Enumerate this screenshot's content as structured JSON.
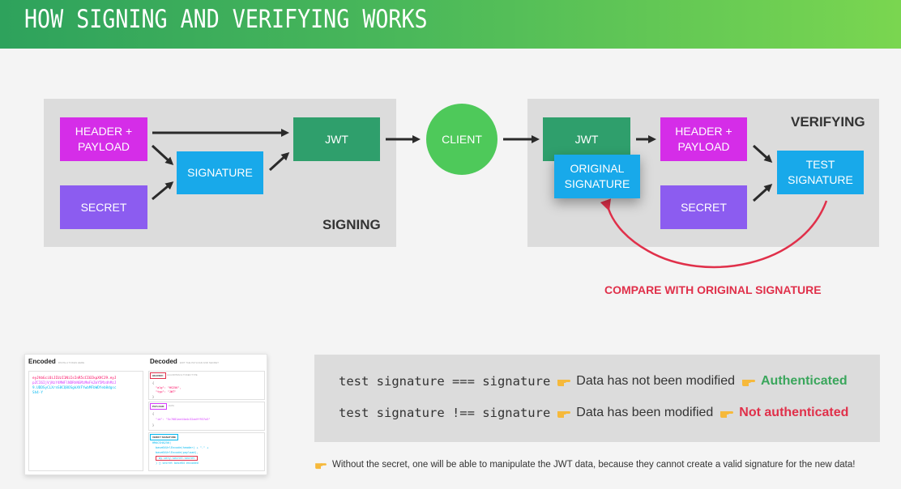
{
  "banner": {
    "title": "HOW SIGNING AND VERIFYING WORKS"
  },
  "signing": {
    "label": "SIGNING",
    "header_payload": [
      "HEADER +",
      "PAYLOAD"
    ],
    "secret": "SECRET",
    "signature": "SIGNATURE",
    "jwt": "JWT"
  },
  "client": "CLIENT",
  "verifying": {
    "label": "VERIFYING",
    "jwt": "JWT",
    "original_signature": [
      "ORIGINAL",
      "SIGNATURE"
    ],
    "header_payload": [
      "HEADER +",
      "PAYLOAD"
    ],
    "secret": "SECRET",
    "test_signature": [
      "TEST",
      "SIGNATURE"
    ]
  },
  "compare_label": "COMPARE WITH ORIGINAL SIGNATURE",
  "thumbnail": {
    "encoded_title": "Encoded",
    "encoded_sub": "PASTE A TOKEN HERE",
    "decoded_title": "Decoded",
    "decoded_sub": "EDIT THE PAYLOAD AND SECRET",
    "token_lines": [
      {
        "text": "eyJhbGciOiJIUzI1NiIsInR5cCI6IkpXVCJ9.eyJ",
        "color": "#fb015b"
      },
      {
        "text": "pZCI6IjVjNzY4MWFlNDRhNGMzMmFkZmY5MzdhMzJ",
        "color": "#d63aff"
      },
      {
        "text": "9.UDDSyCLXrnS8CQ8OSgkXVFYwbMFbWDYeb8dgsc",
        "color": "#00b9f1"
      },
      {
        "text": "Sh4-Y",
        "color": "#00b9f1"
      }
    ],
    "header_tag": "HEADER:",
    "header_tag_sub": "ALGORITHM & TOKEN TYPE",
    "header_code": [
      "{",
      "\"alg\": \"HS256\",",
      "\"typ\": \"JWT\"",
      "}"
    ],
    "payload_tag": "PAYLOAD:",
    "payload_tag_sub": "DATA",
    "payload_code": [
      "{",
      "\"id\": \"5c7681ae44a4c32adff937a3\"",
      "}"
    ],
    "verify_tag": "VERIFY SIGNATURE",
    "verify_code": [
      "HMACSHA256(",
      "base64UrlEncode(header) + \".\" +",
      "base64UrlEncode(payload),",
      "my-very-secret-secret",
      ") □ secret base64 encoded"
    ]
  },
  "comparison": {
    "row1": {
      "code": "test signature === signature",
      "text": "Data has not been modified",
      "result": "Authenticated"
    },
    "row2": {
      "code": "test signature !== signature",
      "text": "Data has been modified",
      "result": "Not authenticated"
    }
  },
  "note": "Without the secret, one will be able to manipulate the JWT data, because they cannot create a valid signature for the new data!",
  "colors": {
    "banner_start": "#2ea25c",
    "banner_end": "#7ad650",
    "magenta": "#d52de8",
    "purple": "#8c5cf0",
    "cyan": "#18a9ea",
    "jwt_green": "#2f9f6c",
    "client_green": "#4ec95a",
    "compare_red": "#e0304a",
    "auth_green": "#3aa65c"
  },
  "icons": [
    "pointing-hand-icon"
  ]
}
